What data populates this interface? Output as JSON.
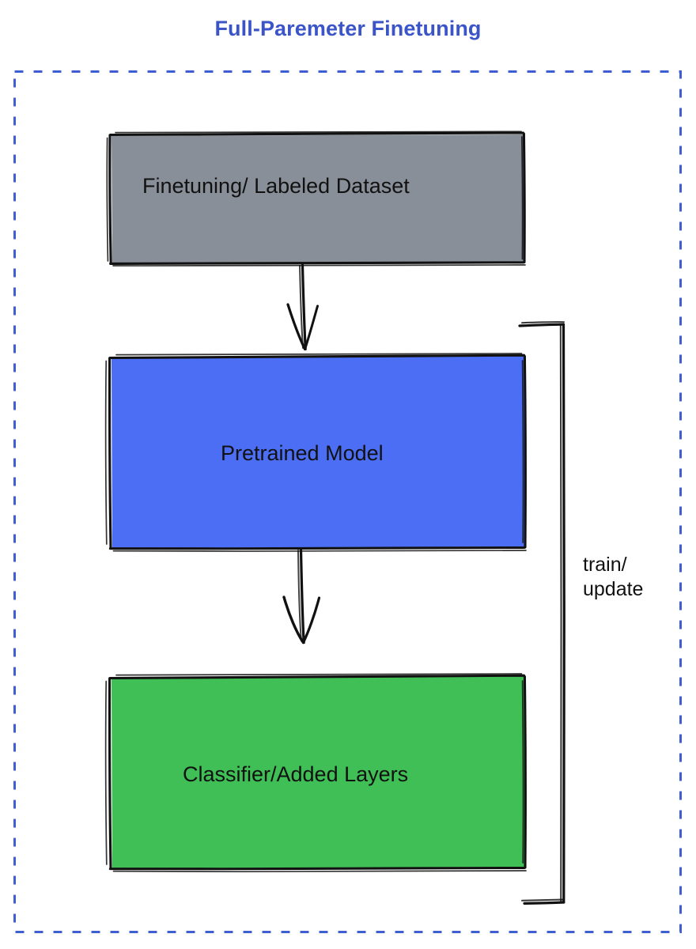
{
  "title": "Full-Paremeter Finetuning",
  "title_color": "#3b55c8",
  "canvas": {
    "background": "#ffffff",
    "border_style": "dashed",
    "border_color": "#3f5fd0"
  },
  "nodes": [
    {
      "id": "dataset",
      "label": "Finetuning/ Labeled Dataset",
      "fill": "#898f99",
      "stroke": "#111111",
      "shape": "rectangle"
    },
    {
      "id": "pretrained",
      "label": "Pretrained Model",
      "fill": "#4c6ef5",
      "stroke": "#111111",
      "shape": "rectangle"
    },
    {
      "id": "classifier",
      "label": "Classifier/Added Layers",
      "fill": "#3fbf55",
      "stroke": "#111111",
      "shape": "rectangle"
    }
  ],
  "edges": [
    {
      "id": "dataset-to-pretrained",
      "from": "dataset",
      "to": "pretrained",
      "label": "",
      "arrow": "down"
    },
    {
      "id": "pretrained-to-classifier",
      "from": "pretrained",
      "to": "classifier",
      "label": "",
      "arrow": "down"
    },
    {
      "id": "feedback-loop",
      "from": "classifier",
      "to": "pretrained",
      "label": "train/\nupdate",
      "arrow": "none"
    }
  ],
  "chart_data": {
    "type": "diagram",
    "title": "Full-Paremeter Finetuning",
    "nodes": [
      "Finetuning/ Labeled Dataset",
      "Pretrained Model",
      "Classifier/Added Layers"
    ],
    "edge_labels": [
      "train/\nupdate"
    ]
  }
}
